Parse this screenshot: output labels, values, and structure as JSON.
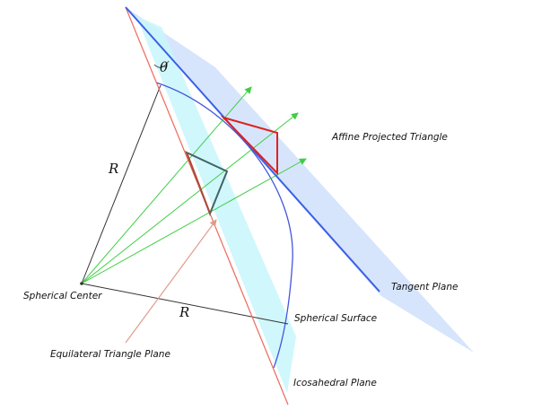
{
  "labels": {
    "affine": "Affine Projected Triangle",
    "tangent": "Tangent Plane",
    "center": "Spherical Center",
    "surface": "Spherical Surface",
    "equilateral": "Equilateral Triangle  Plane",
    "icosahedral": "Icosahedral Plane",
    "r1": "R",
    "r2": "R",
    "theta": "θ"
  },
  "colors": {
    "tangent_plane_fill": "#cfe0fb",
    "icosa_plane_fill": "#c8f6fb",
    "tangent_line": "#3a60e6",
    "icosa_line": "#ec6a5a",
    "sphere_arc": "#4455dd",
    "rays": "#3fcf45",
    "projected_triangle": "#e02020",
    "equilateral_triangle": "#3f6466",
    "pointer_arrow": "#e29c8c",
    "radius": "#333333"
  }
}
